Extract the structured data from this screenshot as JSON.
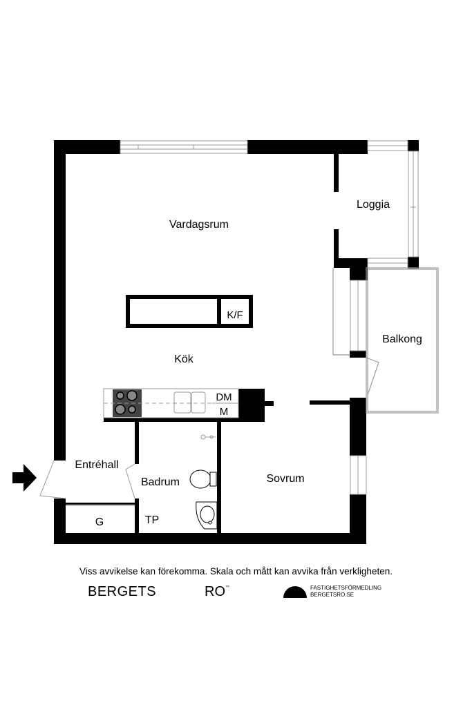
{
  "rooms": {
    "vardagsrum": "Vardagsrum",
    "loggia": "Loggia",
    "kok": "Kök",
    "kf": "K/F",
    "balkong": "Balkong",
    "dm": "DM",
    "m": "M",
    "entrehall": "Entréhall",
    "badrum": "Badrum",
    "sovrum": "Sovrum",
    "g": "G",
    "tp": "TP"
  },
  "footer": {
    "disclaimer": "Viss avvikelse kan förekomma. Skala och mått kan avvika från verkligheten.",
    "brand_left": "BERGETS",
    "brand_mid": "RO",
    "brand_mid_mark": "™",
    "agency_line1": "FASTIGHETSFÖRMEDLING",
    "agency_line2": "BERGETSRO.SE"
  },
  "icons": {
    "entrance": "entrance-arrow-icon",
    "logo": "half-circle-logo-icon"
  },
  "colors": {
    "wall": "#000000",
    "window_line": "#999999",
    "stove_bg": "#444444"
  }
}
